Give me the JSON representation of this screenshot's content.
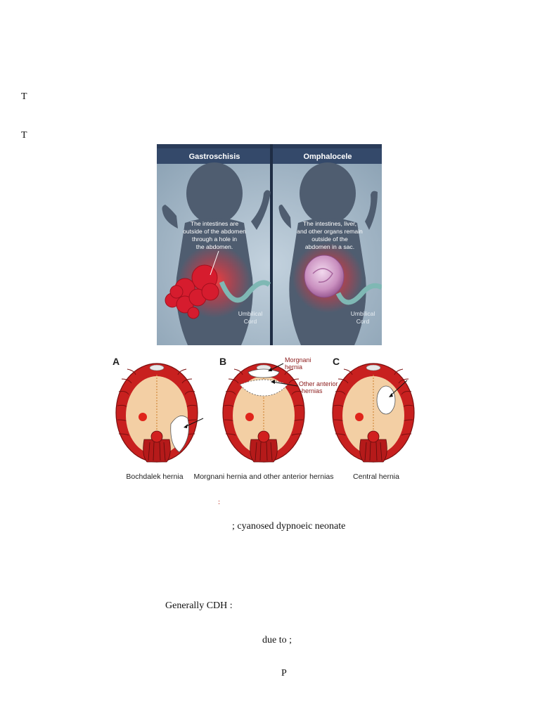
{
  "lines": {
    "t1": "T",
    "t2": "T",
    "red_colon": ":",
    "cyanosed": "; cyanosed dypnoeic neonate",
    "generally": "Generally CDH :",
    "due_to": "due to ;",
    "p": "P"
  },
  "figure_abdominal": {
    "left_title": "Gastroschisis",
    "right_title": "Omphalocele",
    "left_note": [
      "The intestines are",
      "outside of the abdomen",
      "through a hole in",
      "the abdomen."
    ],
    "right_note": [
      "The intestines, liver,",
      "and other organs remain",
      "outside of the",
      "abdomen in a sac."
    ],
    "cord_label_line1": "Umbilical",
    "cord_label_line2": "Cord",
    "colors": {
      "header": "#34496a",
      "background": "#a9bccb",
      "silhouette": "#4f5d70",
      "organ": "#d61c2e"
    }
  },
  "figure_diaphragm": {
    "panels": [
      {
        "letter": "A",
        "caption": "Bochdalek hernia"
      },
      {
        "letter": "B",
        "caption": "Morgnani hernia and other anterior hernias"
      },
      {
        "letter": "C",
        "caption": "Central hernia"
      }
    ],
    "notes": {
      "morgnani_line1": "Morgnani",
      "morgnani_line2": "hernia",
      "anterior_line1": "Other anterior",
      "anterior_line2": "hernias"
    },
    "colors": {
      "muscle": "#c8201f",
      "center": "#f3cfa4",
      "spot": "#e0251b"
    }
  }
}
